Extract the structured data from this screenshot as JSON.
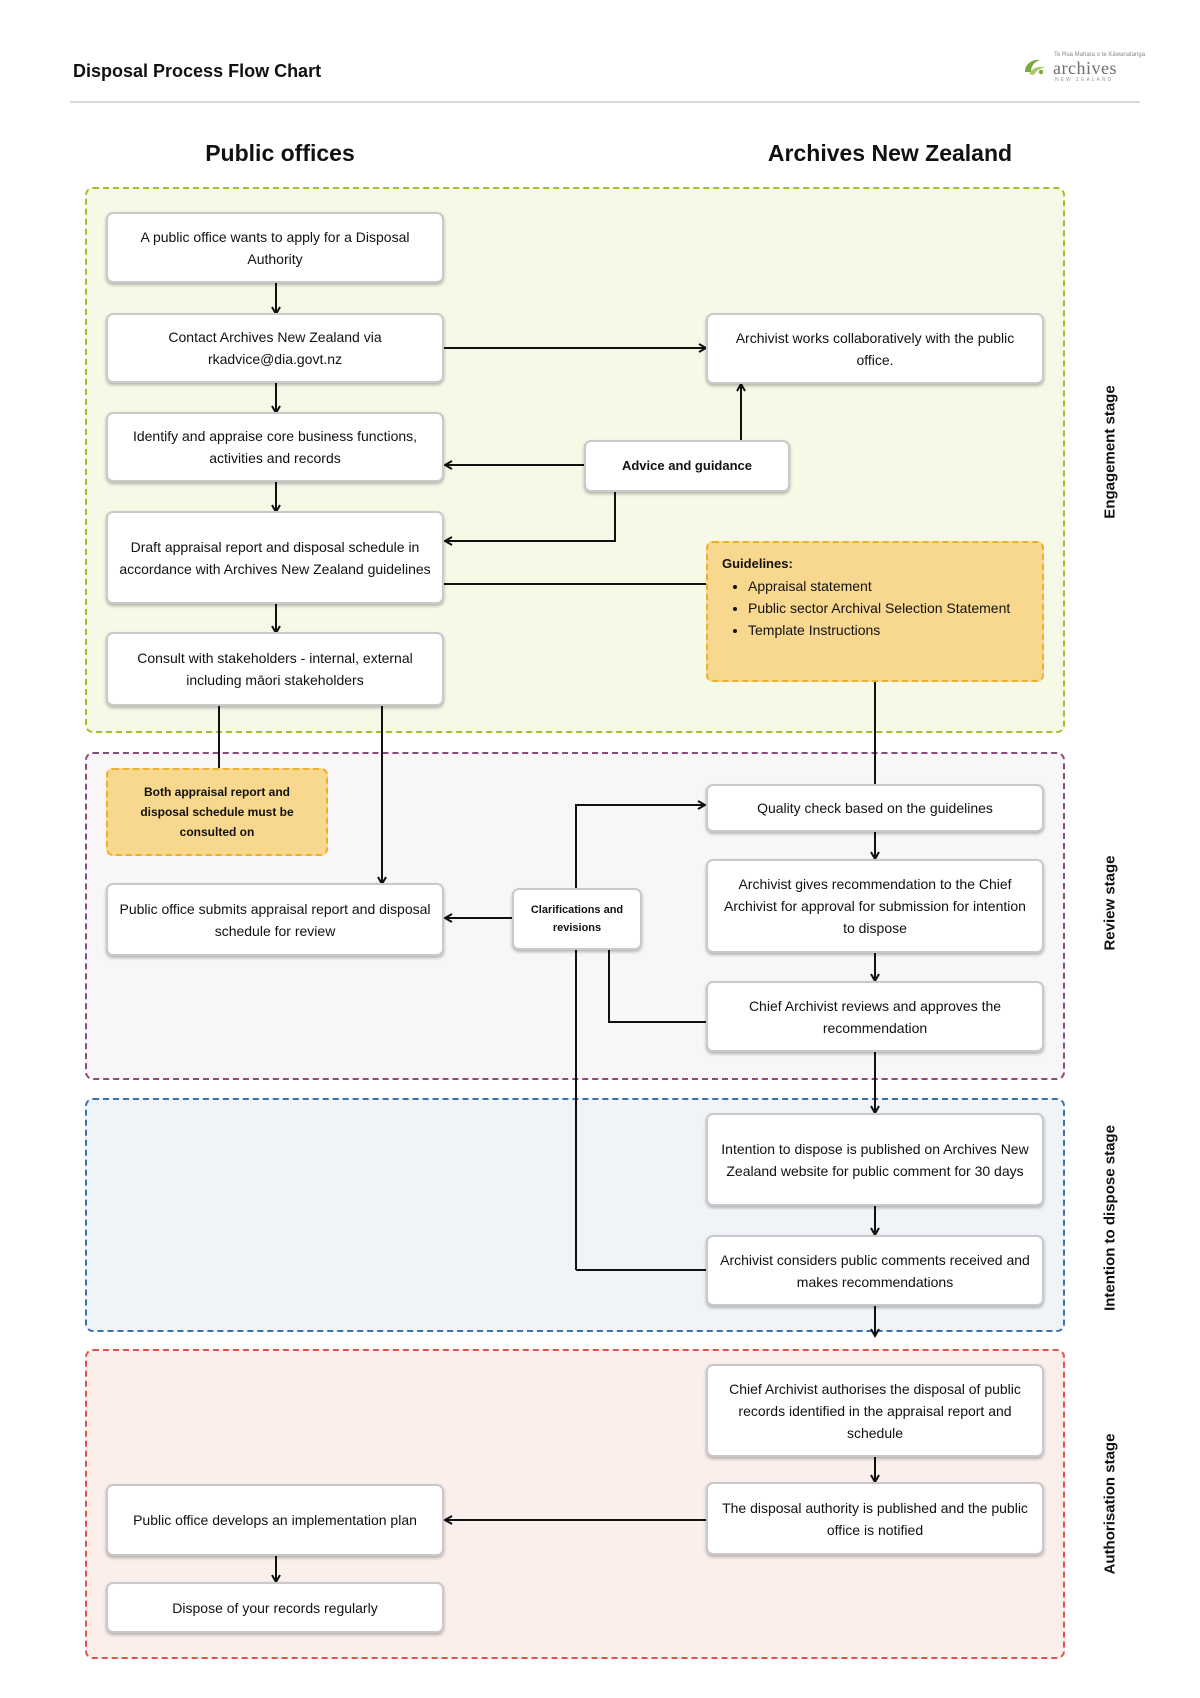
{
  "header": {
    "title": "Disposal Process Flow Chart",
    "logo": {
      "small_text": "Te Rua Mahara o te Kāwanatanga",
      "word": "archives",
      "sub": "NEW ZEALAND"
    }
  },
  "columns": {
    "left": "Public offices",
    "right": "Archives New Zealand"
  },
  "stages": {
    "engagement": {
      "label": "Engagement stage",
      "border": "#9cc12b",
      "fill": "#f5f9e6"
    },
    "review": {
      "label": "Review stage",
      "border": "#8b4a80",
      "fill": "#f9f6f7"
    },
    "intention": {
      "label": "Intention to dispose stage",
      "border": "#3a72ad",
      "fill": "#f0f4f9"
    },
    "authorisation": {
      "label": "Authorisation stage",
      "border": "#e2524a",
      "fill": "#fbefec"
    }
  },
  "boxes": {
    "apply": "A public office wants to apply for a Disposal Authority",
    "contact": "Contact Archives New Zealand via rkadvice@dia.govt.nz",
    "identify": "Identify and appraise core business functions, activities and records",
    "draft": "Draft appraisal report and disposal schedule in accordance with Archives New Zealand guidelines",
    "consult": "Consult with stakeholders - internal, external including māori stakeholders",
    "collab": "Archivist works collaboratively with the public office.",
    "advice": "Advice and guidance",
    "consult_note": "Both appraisal report and disposal schedule must be consulted on",
    "submit": "Public office submits appraisal report and disposal schedule for review",
    "clarifications": "Clarifications and revisions",
    "quality": "Quality check based on the guidelines",
    "recommend": "Archivist gives recommendation to the Chief Archivist for approval for submission for intention to dispose",
    "chief_review": "Chief Archivist reviews and approves the recommendation",
    "publish_intent": "Intention to dispose is published on Archives New Zealand website for public comment for 30 days",
    "consider": "Archivist considers public comments received and makes recommendations",
    "authorise": "Chief Archivist authorises the disposal of public records identified in the appraisal report and schedule",
    "published": "The disposal authority is published and the public office is notified",
    "implement": "Public office develops an implementation plan",
    "dispose": "Dispose of your records regularly"
  },
  "guidelines": {
    "title": "Guidelines:",
    "items": [
      "Appraisal statement",
      "Public sector Archival Selection Statement",
      "Template Instructions"
    ]
  }
}
